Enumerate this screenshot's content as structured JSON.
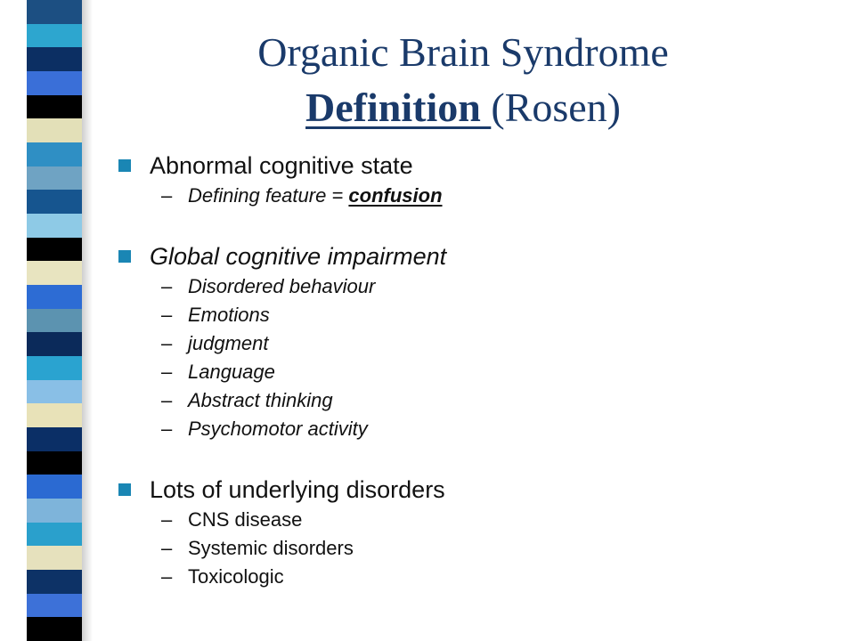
{
  "title": {
    "line1": "Organic Brain Syndrome",
    "line2_emphasis": "Definition ",
    "line2_rest": "(Rosen)"
  },
  "colors": {
    "title": "#1a3a6a",
    "bullet_marker": "#1a86b4",
    "body_text": "#111111",
    "stripes": [
      "#1c4f82",
      "#2da6cf",
      "#0c2f63",
      "#3a6fd8",
      "#000000",
      "#e3e0b8",
      "#2f8fc4",
      "#6fa3c3",
      "#16558f",
      "#8ecae6",
      "#000000",
      "#e8e4c0",
      "#2d6cd4",
      "#5c93b0",
      "#0b2a5a",
      "#2aa3d0",
      "#89bfe6",
      "#e8e2b8",
      "#0b2f66",
      "#000000",
      "#2b6ad2",
      "#7eb4da",
      "#2aa0cc",
      "#e6e1bd",
      "#0d3266",
      "#3d71d8",
      "#000000"
    ]
  },
  "groups": [
    {
      "bullet": "Abnormal cognitive state",
      "bullet_italic": false,
      "items": [
        {
          "text": "Defining feature = ",
          "emphasis": "confusion"
        }
      ]
    },
    {
      "bullet": "Global cognitive impairment",
      "bullet_italic": true,
      "items": [
        {
          "text": "Disordered behaviour"
        },
        {
          "text": "Emotions"
        },
        {
          "text": "judgment"
        },
        {
          "text": "Language"
        },
        {
          "text": "Abstract thinking"
        },
        {
          "text": "Psychomotor activity"
        }
      ]
    },
    {
      "bullet": "Lots of underlying disorders",
      "bullet_italic": false,
      "items": [
        {
          "text": "CNS disease"
        },
        {
          "text": "Systemic disorders"
        },
        {
          "text": "Toxicologic"
        }
      ]
    }
  ],
  "sub_marker": "–"
}
